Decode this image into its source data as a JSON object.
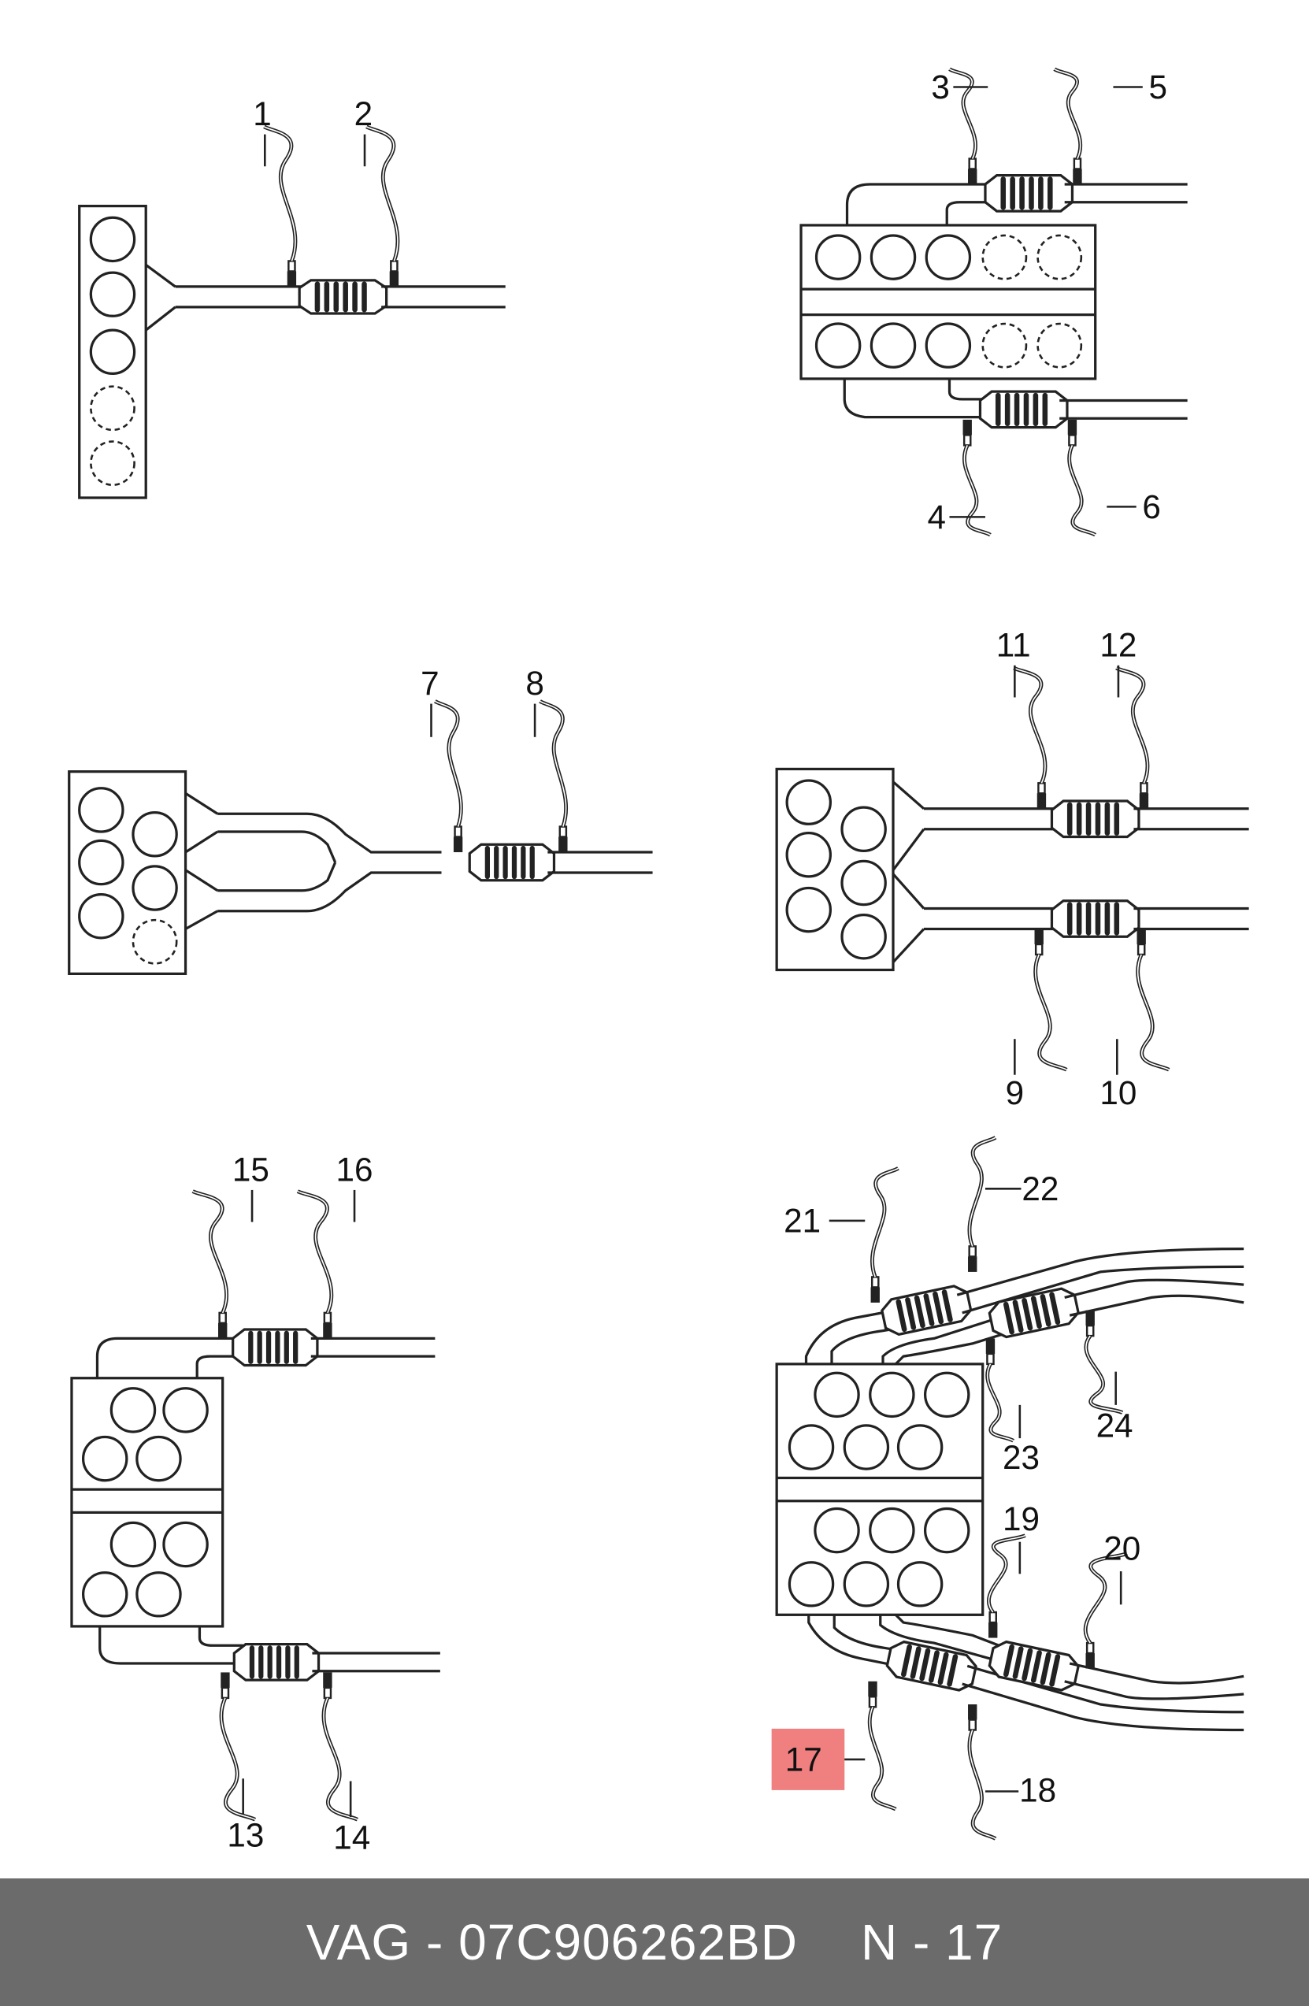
{
  "panels": [
    {
      "id": "p1",
      "labels": [
        "1",
        "2"
      ]
    },
    {
      "id": "p2",
      "labels": [
        "3",
        "4",
        "5",
        "6"
      ]
    },
    {
      "id": "p3",
      "labels": [
        "7",
        "8"
      ]
    },
    {
      "id": "p4",
      "labels": [
        "9",
        "10",
        "11",
        "12"
      ]
    },
    {
      "id": "p5",
      "labels": [
        "13",
        "14",
        "15",
        "16"
      ]
    },
    {
      "id": "p6",
      "labels": [
        "17",
        "18",
        "19",
        "20",
        "21",
        "22",
        "23",
        "24"
      ]
    }
  ],
  "highlight": {
    "label": "17",
    "color": "#f07f7f"
  },
  "footer": {
    "part": "VAG - 07C906262BD",
    "ref": "N - 17",
    "background": "#6b6b6b",
    "text_color": "#ffffff"
  }
}
